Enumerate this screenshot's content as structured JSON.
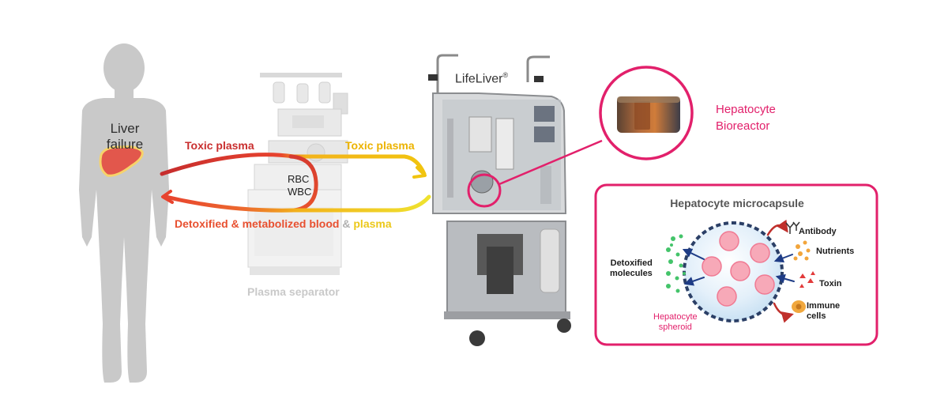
{
  "patient": {
    "label_line1": "Liver",
    "label_line2": "failure"
  },
  "flow": {
    "toxic_plasma_left": "Toxic plasma",
    "toxic_plasma_right": "Toxic plasma",
    "cells_line1": "RBC",
    "cells_line2": "WBC",
    "return_part1": "Detoxified & metabolized blood",
    "return_part2": "&",
    "return_part3": "plasma"
  },
  "plasma_separator": {
    "label": "Plasma separator"
  },
  "lifeliver": {
    "name": "LifeLiver",
    "mark": "®"
  },
  "bioreactor": {
    "line1": "Hepatocyte",
    "line2": "Bioreactor"
  },
  "microcapsule": {
    "title": "Hepatocyte microcapsule",
    "antibody": "Antibody",
    "nutrients": "Nutrients",
    "toxin": "Toxin",
    "immune_line1": "Immune",
    "immune_line2": "cells",
    "detox_line1": "Detoxified",
    "detox_line2": "molecules",
    "spheroid_line1": "Hepatocyte",
    "spheroid_line2": "spheroid"
  },
  "colors": {
    "accent_pink": "#e2206b",
    "toxic_red": "#c92f2f",
    "toxic_yellow": "#ecb300",
    "return_orange": "#e85030",
    "body_gray": "#c8c8c8",
    "liver": "#e2574c"
  }
}
